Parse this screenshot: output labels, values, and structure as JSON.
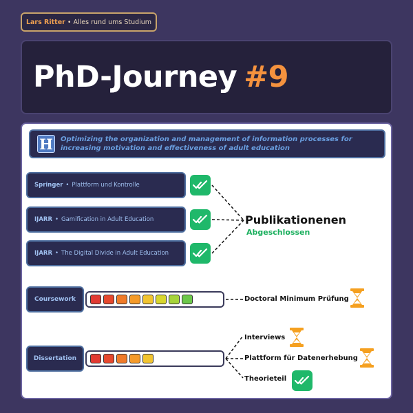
{
  "tag": {
    "author": "Lars Ritter",
    "separator": " • ",
    "subtitle": "Alles rund ums Studium"
  },
  "title": {
    "text": "PhD-Journey",
    "number": "#9"
  },
  "header": {
    "logo_letter": "H",
    "text": "Optimizing the organization and management of information processes for increasing motivation and effectiveness of adult education"
  },
  "publications": [
    {
      "journal": "Springer",
      "title": "Plattform und Kontrolle",
      "status": "check-icon"
    },
    {
      "journal": "IJARR",
      "title": "Gamification in Adult Education",
      "status": "check-icon"
    },
    {
      "journal": "IJARR",
      "title": "The Digital Divide in Adult Education",
      "status": "check-icon"
    }
  ],
  "publications_group": {
    "title": "Publikationenen",
    "status": "Abgeschlossen"
  },
  "coursework": {
    "label": "Coursework",
    "progress_filled": 8,
    "progress_total": 10,
    "target": "Doctoral Minimum Prüfung",
    "target_status": "hourglass-icon"
  },
  "dissertation": {
    "label": "Dissertation",
    "progress_filled": 5,
    "progress_total": 10,
    "items": [
      {
        "label": "Interviews",
        "status": "hourglass-icon"
      },
      {
        "label": "Plattform für Datenerhebung",
        "status": "hourglass-icon"
      },
      {
        "label": "Theorieteil",
        "status": "check-icon"
      }
    ]
  },
  "colors": {
    "segments": [
      "#e23a32",
      "#e6482e",
      "#f07a2a",
      "#f59a2a",
      "#f2c430",
      "#d8d62e",
      "#a6d43a",
      "#6cc84a"
    ],
    "check": "#1fb86a",
    "hourglass": "#f5a020",
    "accent_orange": "#f5923e",
    "accent_green": "#1aaf5d"
  }
}
